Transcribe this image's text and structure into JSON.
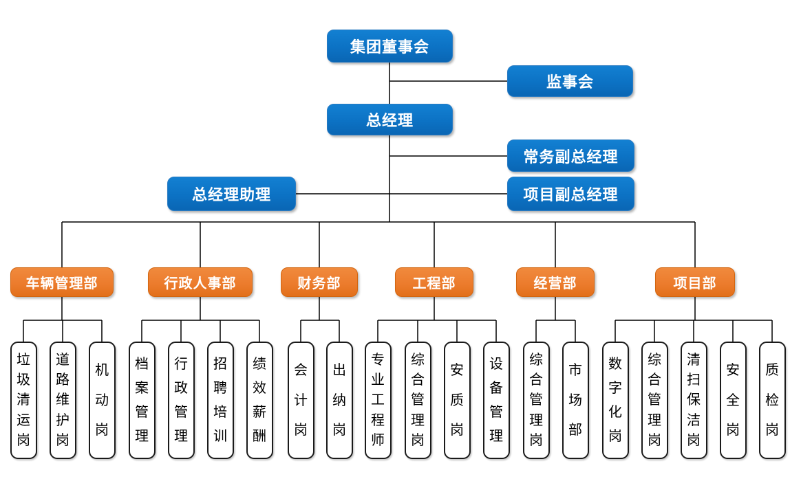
{
  "chart_type": "org-chart",
  "colors": {
    "primary_blue": "#0c72c4",
    "primary_blue_light": "#1380d2",
    "primary_blue_dark": "#0a66b4",
    "primary_blue_border": "#2a7bc2",
    "accent_orange": "#ec7c2d",
    "accent_orange_light": "#f08a3d",
    "accent_orange_dark": "#e26f1a",
    "accent_orange_border": "#d2650f",
    "line_color": "#000000",
    "post_bg": "#ffffff",
    "post_border": "#1a1a1a",
    "text_light": "#ffffff",
    "text_dark": "#000000"
  },
  "top_nodes": {
    "board": "集团董事会",
    "supervisory": "监事会",
    "gm": "总经理",
    "exec_deputy_gm": "常务副总经理",
    "gm_assistant": "总经理助理",
    "project_deputy_gm": "项目副总经理"
  },
  "departments": [
    {
      "label": "车辆管理部",
      "posts": [
        "垃圾清运岗",
        "道路维护岗",
        "机动岗"
      ]
    },
    {
      "label": "行政人事部",
      "posts": [
        "档案管理",
        "行政管理",
        "招聘培训",
        "绩效薪酬"
      ]
    },
    {
      "label": "财务部",
      "posts": [
        "会计岗",
        "出纳岗"
      ]
    },
    {
      "label": "工程部",
      "posts": [
        "专业工程师",
        "综合管理岗",
        "安质岗",
        "设备管理"
      ]
    },
    {
      "label": "经营部",
      "posts": [
        "综合管理岗",
        "市场部"
      ]
    },
    {
      "label": "项目部",
      "posts": [
        "数字化岗",
        "综合管理岗",
        "清扫保洁岗",
        "安全岗",
        "质检岗"
      ]
    }
  ]
}
